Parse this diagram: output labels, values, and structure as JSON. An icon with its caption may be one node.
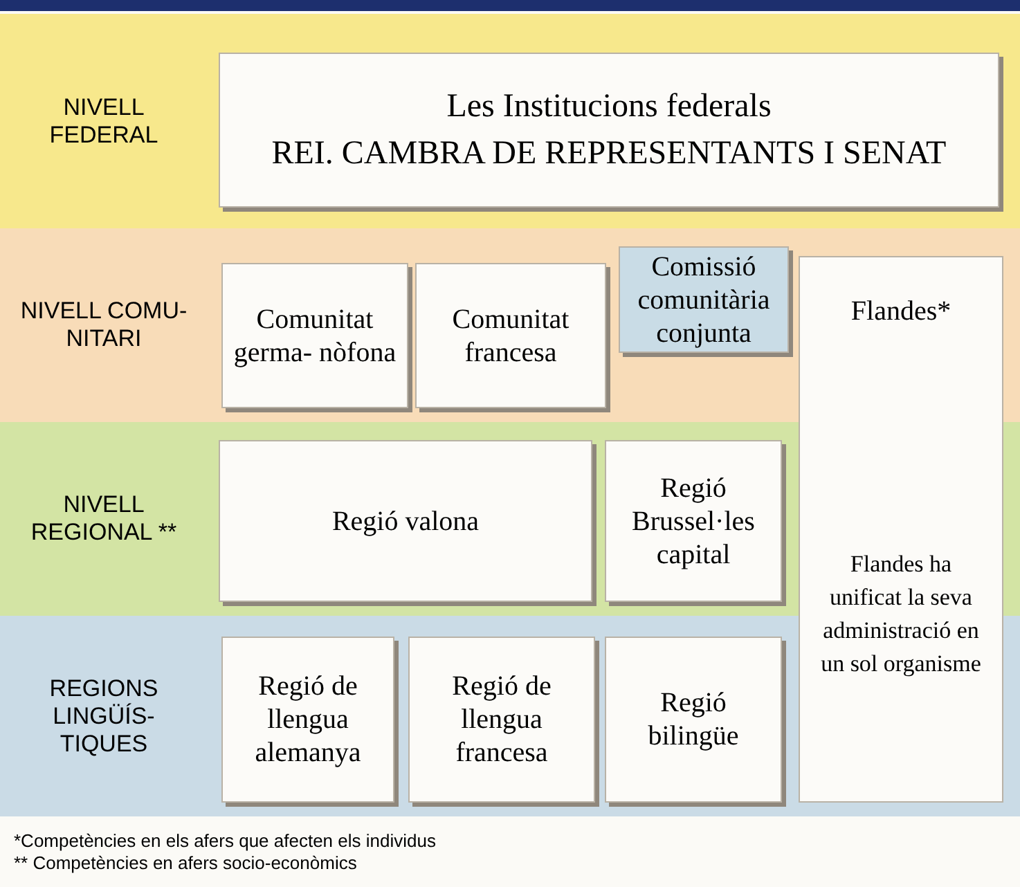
{
  "diagram": {
    "nodes": [
      {
        "text": [
          "NIVELL FEDERAL"
        ]
      },
      {
        "text": [
          "Les Institucions federals",
          "REI. CAMBRA DE REPRESENTANTS I SENAT"
        ],
        "in": 0
      },
      {
        "text": [
          "NIVELL COMU- NITARI"
        ]
      },
      {
        "text": [
          "Comunitat germa- nòfona"
        ],
        "in": 2
      },
      {
        "text": [
          "Comunitat francesa"
        ],
        "in": 2
      },
      {
        "text": [
          "Comissió comunitària conjunta"
        ],
        "in": 2
      },
      {
        "text": [
          "NIVELL REGIONAL **"
        ]
      },
      {
        "text": [
          "Regió valona"
        ],
        "in": 6
      },
      {
        "text": [
          "Regió Brussel·les capital"
        ],
        "in": 6
      },
      {
        "text": [
          "REGIONS LINGÜÍS- TIQUES"
        ]
      },
      {
        "text": [
          "Regió de llengua alemanya"
        ],
        "in": 9
      },
      {
        "text": [
          "Regió de llengua francesa"
        ],
        "in": 9
      },
      {
        "text": [
          "Regió bilingüe"
        ],
        "in": 9
      },
      {
        "text": [
          "Flandes*",
          "Flandes ha unificat la seva administració en un sol organisme"
        ]
      }
    ],
    "edges": [],
    "labels": [
      "*Competències en els afers que afecten els individus",
      "** Competències en afers socio-econòmics"
    ]
  }
}
